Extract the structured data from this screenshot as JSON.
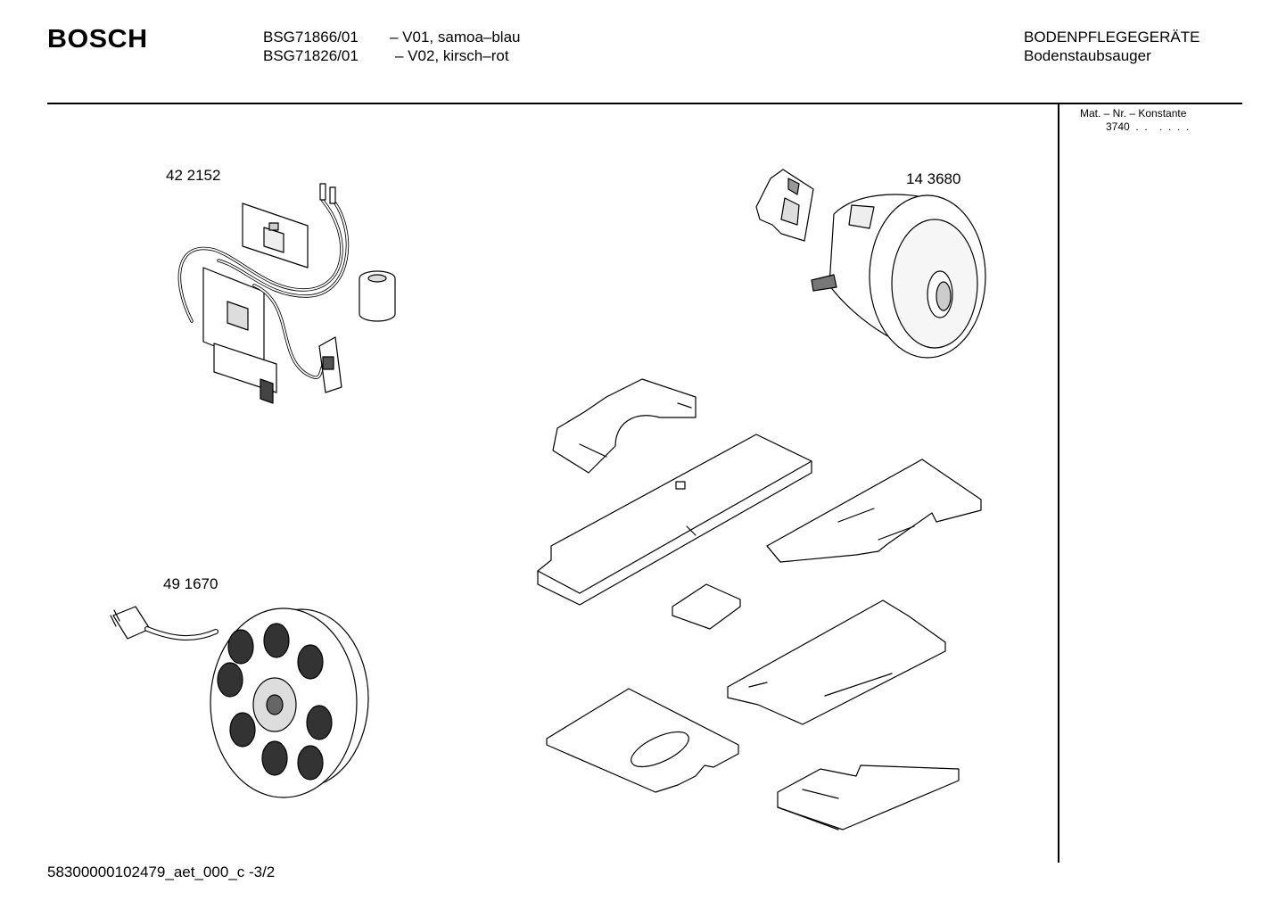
{
  "header": {
    "brand": "BOSCH",
    "models": [
      {
        "number": "BSG71866/01",
        "variant": "– V01, samoa–blau"
      },
      {
        "number": "BSG71826/01",
        "variant": "– V02, kirsch–rot"
      }
    ],
    "category": "BODENPFLEGEGERÄTE",
    "subcategory": "Bodenstaubsauger"
  },
  "sidebar": {
    "label": "Mat. – Nr. – Konstante",
    "value": "3740  .  .    .  .  .  ."
  },
  "parts": [
    {
      "id": "electronics",
      "number": "42 2152"
    },
    {
      "id": "motor",
      "number": "14 3680"
    },
    {
      "id": "cable-reel",
      "number": "49 1670"
    }
  ],
  "footer": {
    "doc_id": "58300000102479_aet_000_c",
    "page": "-3/2"
  }
}
